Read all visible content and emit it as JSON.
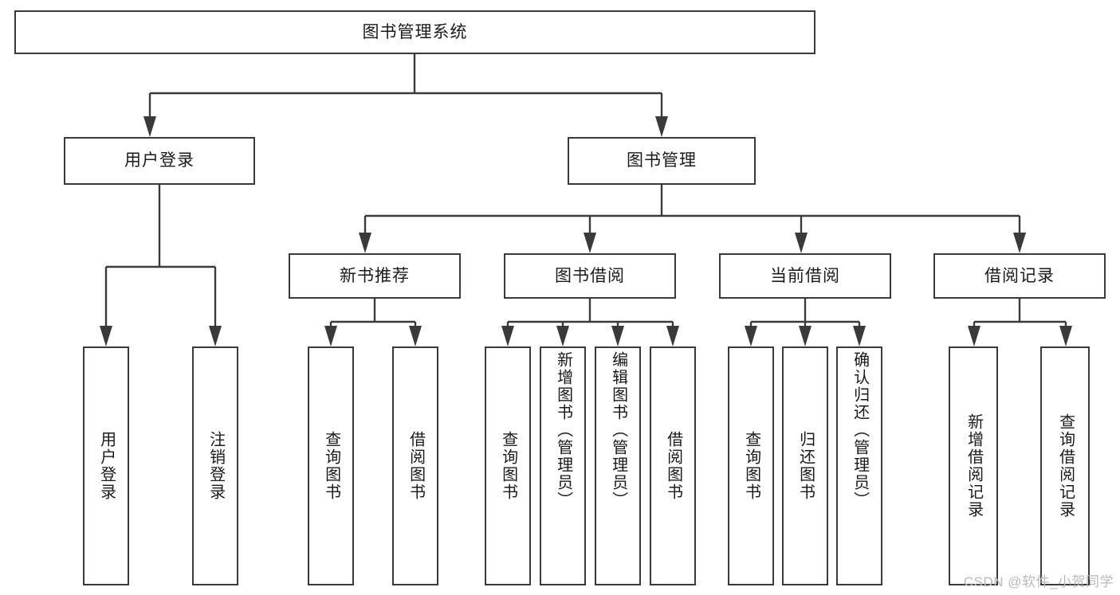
{
  "diagram": {
    "type": "tree-hierarchy",
    "title_node": {
      "label": "图书管理系统"
    },
    "level2": [
      {
        "label": "用户登录"
      },
      {
        "label": "图书管理"
      }
    ],
    "level3": [
      {
        "label": "新书推荐"
      },
      {
        "label": "图书借阅"
      },
      {
        "label": "当前借阅"
      },
      {
        "label": "借阅记录"
      }
    ],
    "leaves": {
      "user_login": [
        {
          "label": "用户登录"
        },
        {
          "label": "注销登录"
        }
      ],
      "new_book": [
        {
          "label": "查询图书"
        },
        {
          "label": "借阅图书"
        }
      ],
      "book_borrow": [
        {
          "label": "查询图书"
        },
        {
          "label": "新增图书（管理员）"
        },
        {
          "label": "编辑图书（管理员）"
        },
        {
          "label": "借阅图书"
        }
      ],
      "current_borrow": [
        {
          "label": "查询图书"
        },
        {
          "label": "归还图书"
        },
        {
          "label": "确认归还（管理员）"
        }
      ],
      "borrow_record": [
        {
          "label": "新增借阅记录"
        },
        {
          "label": "查询借阅记录"
        }
      ]
    },
    "watermark": "CSDN @软件_小贺同学",
    "colors": {
      "stroke": "#3a3a3a",
      "text": "#1a1a1a",
      "background": "#ffffff",
      "watermark": "#b9b9b9"
    }
  }
}
